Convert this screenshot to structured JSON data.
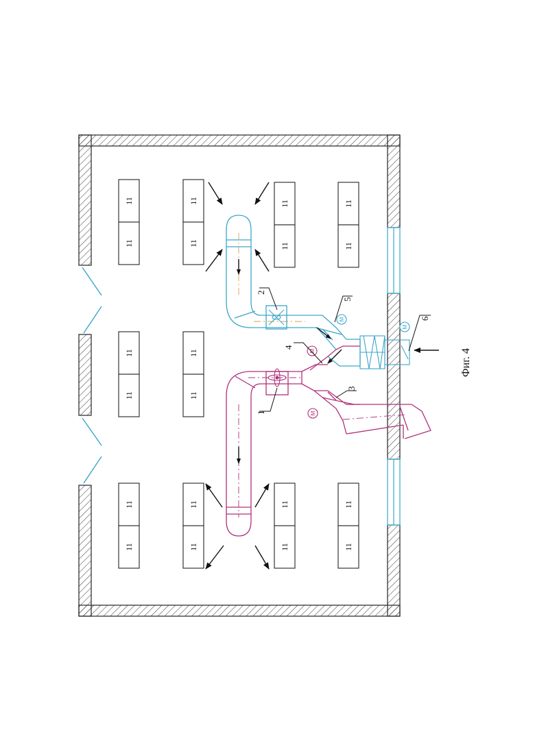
{
  "figure": {
    "caption": "Фиг. 4",
    "colors": {
      "outline": "#222222",
      "supply": "#b0307a",
      "exhaust": "#3aa6c9",
      "hatch": "#444444",
      "arrow": "#111111"
    }
  },
  "equipment_label": "11",
  "callouts": {
    "c1": "1",
    "c2": "2",
    "c3": "3",
    "c4": "4",
    "c5": "5",
    "c6": "6"
  },
  "motor_symbol": "М",
  "icons": [
    "fan-icon",
    "motor-icon",
    "damper-icon",
    "filter-icon",
    "flow-arrow-icon"
  ]
}
